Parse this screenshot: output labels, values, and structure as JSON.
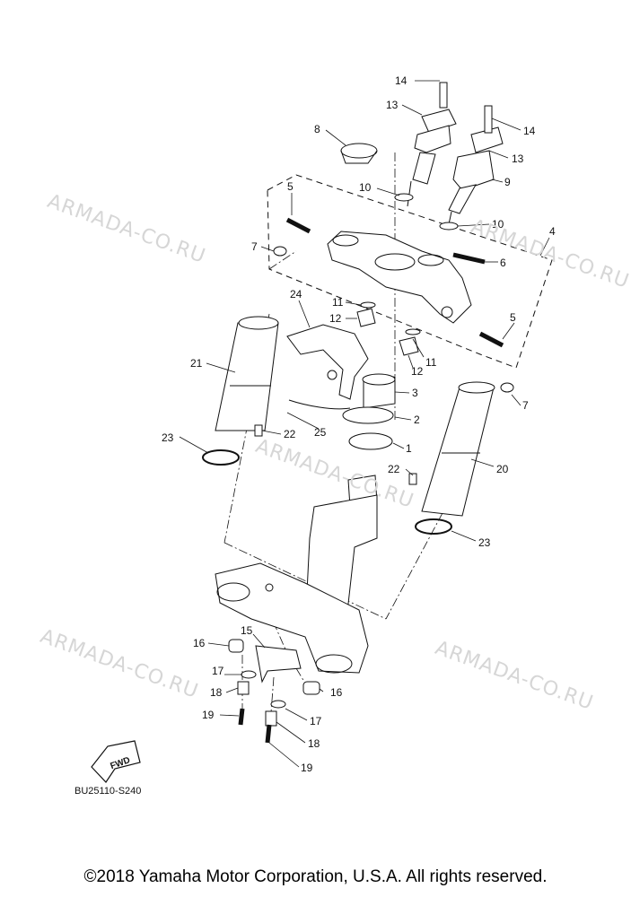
{
  "watermark": "ARMADA-CO.RU",
  "callouts": {
    "c1": "1",
    "c2": "2",
    "c3": "3",
    "c4": "4",
    "c5a": "5",
    "c5b": "5",
    "c6": "6",
    "c7a": "7",
    "c7b": "7",
    "c8": "8",
    "c9": "9",
    "c10a": "10",
    "c10b": "10",
    "c11a": "11",
    "c11b": "11",
    "c12a": "12",
    "c12b": "12",
    "c13a": "13",
    "c13b": "13",
    "c14a": "14",
    "c14b": "14",
    "c15": "15",
    "c16a": "16",
    "c16b": "16",
    "c17a": "17",
    "c17b": "17",
    "c18a": "18",
    "c18b": "18",
    "c19a": "19",
    "c19b": "19",
    "c20": "20",
    "c21": "21",
    "c22a": "22",
    "c22b": "22",
    "c23a": "23",
    "c23b": "23",
    "c24": "24",
    "c25": "25"
  },
  "fwd_label": "FWD",
  "diagram_code": "BU25110-S240",
  "copyright": "©2018 Yamaha Motor Corporation, U.S.A. All rights reserved."
}
